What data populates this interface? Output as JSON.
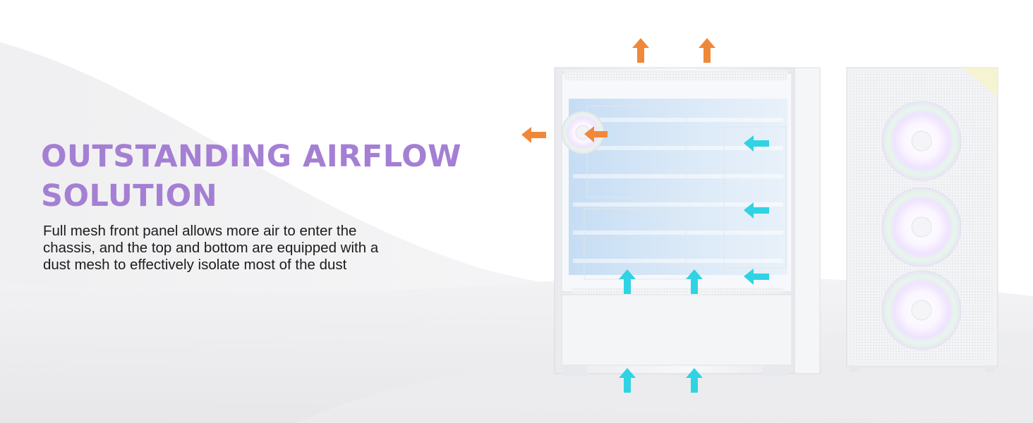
{
  "headline": {
    "line1": "OUTSTANDING AIRFLOW",
    "line2": "SOLUTION"
  },
  "description": {
    "line1": "Full mesh front panel allows more air to enter the",
    "line2": "chassis, and the top and bottom are equipped with a",
    "line3": "dust mesh to effectively isolate most of the dust"
  },
  "colors": {
    "headline": "#a47fd3",
    "exhaust_arrow": "#f0883a",
    "intake_arrow": "#2fd3e3",
    "case_body": "#f4f5f7"
  },
  "icons": {
    "exhaust": "arrow-exhaust-icon",
    "intake": "arrow-intake-icon"
  }
}
